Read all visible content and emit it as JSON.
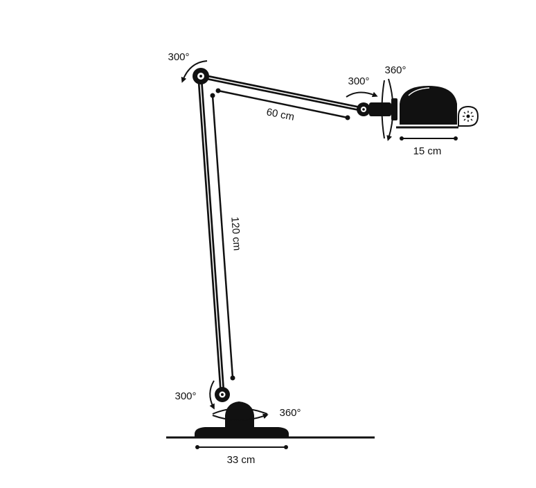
{
  "diagram": {
    "colors": {
      "ink": "#111111",
      "background": "#ffffff"
    },
    "dimensions": {
      "lower_arm": "120 cm",
      "upper_arm": "60 cm",
      "shade": "15 cm",
      "base": "33 cm"
    },
    "rotations": {
      "top_joint": "300°",
      "head_tilt": "300°",
      "head_swivel": "360°",
      "base_joint": "300°",
      "base_swivel": "360°"
    },
    "icons": {
      "bulb_badge": "bulb-icon"
    }
  }
}
